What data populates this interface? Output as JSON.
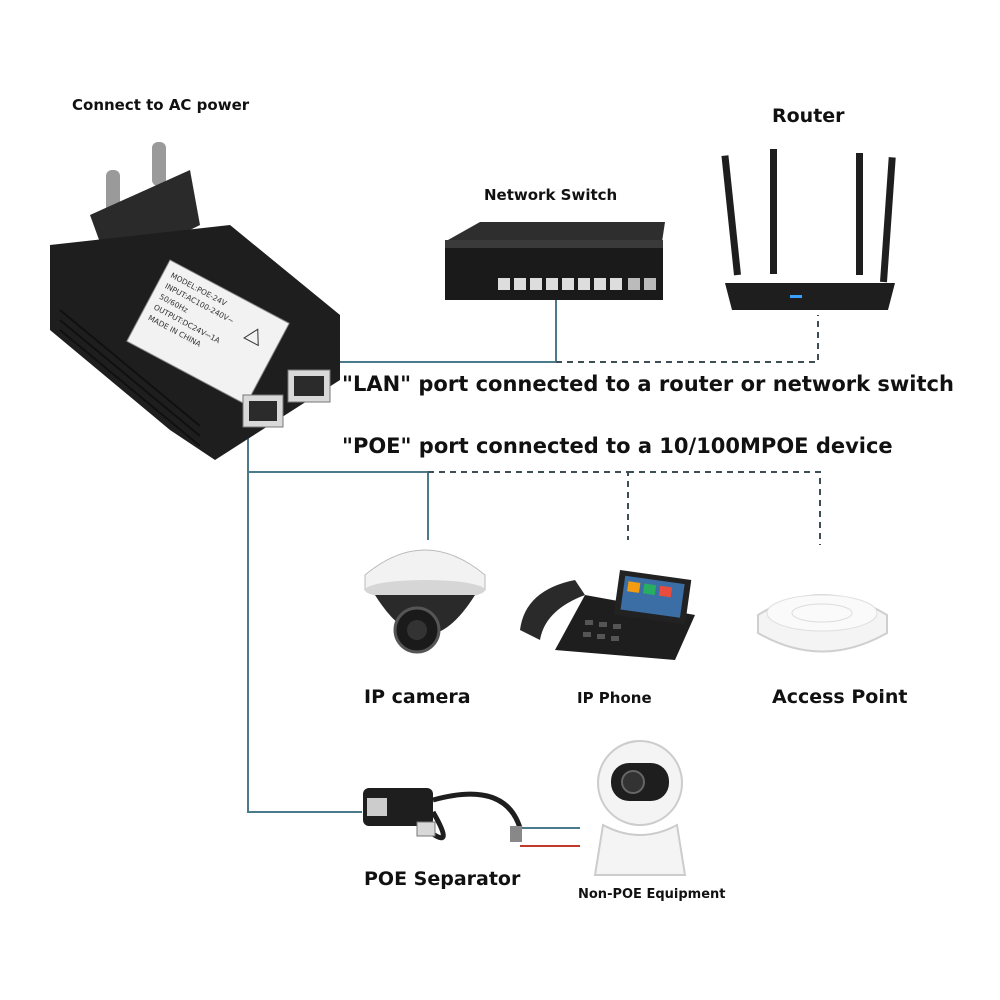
{
  "labels": {
    "ac_power": "Connect to AC power",
    "router": "Router",
    "network_switch": "Network Switch",
    "lan_note": "\"LAN\" port connected to a router or network switch",
    "poe_note": "\"POE\" port connected to a 10/100MPOE device",
    "ip_camera": "IP camera",
    "ip_phone": "IP Phone",
    "access_point": "Access Point",
    "poe_separator": "POE Separator",
    "non_poe_equipment": "Non-POE Equipment"
  },
  "adapter_label_lines": [
    "MODEL:POE-24V",
    "INPUT:AC100-240V~",
    "50/60Hz",
    "OUTPUT:DC24V⎓1A",
    "MADE IN CHINA"
  ],
  "colors": {
    "cable_solid": "#4a7a8c",
    "cable_dashed": "#3d4e57",
    "device_black": "#1e1e1e",
    "device_white": "#f2f2f2",
    "wire_red": "#c0392b"
  }
}
